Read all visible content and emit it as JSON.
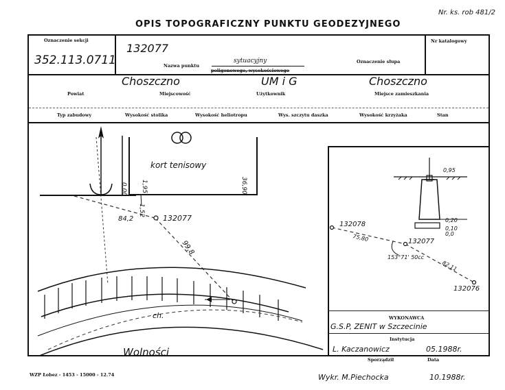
{
  "header": {
    "title": "OPIS TOPOGRAFICZNY PUNKTU GEODEZYJNEGO",
    "ref": "Nr. ks. rob  481/2"
  },
  "row1": {
    "sekcja_label": "Oznaczenie sekcji",
    "sekcja_value": "352.113.0711",
    "punkt_value": "132077",
    "nazwa_label": "Nazwa punktu",
    "nazwa_value": "sytuacyjny",
    "nazwa_struck": "poligonowego, wysokościowego",
    "slupa_label": "Oznaczenie słupa",
    "katalog_label": "Nr katalogowy"
  },
  "row2": {
    "powiat_value": "Choszczno",
    "miejscowosc_value": "",
    "uzytkownik_value": "UM i G",
    "zamieszkania_value": "Choszczno",
    "powiat_label": "Powiat",
    "miejscowosc_label": "Miejscowość",
    "uzytkownik_label": "Użytkownik",
    "zamieszkania_label": "Miejsce zamieszkania"
  },
  "row3": {
    "typ": "Typ zabudowy",
    "stolik": "Wysokość stolika",
    "heliotrop": "Wysokość heliotropu",
    "daszek": "Wys. szczytu daszka",
    "krzyzak": "Wysokość krzyżaka",
    "stan": "Stan"
  },
  "sketch": {
    "kort": "kort tenisowy",
    "d000": "0,00",
    "d195": "1,95",
    "d3690": "36,90",
    "d152": "1,52",
    "d842": "84,2",
    "point": "132077",
    "d998": "99,8",
    "ch": "ch.",
    "street": "Wolności"
  },
  "profile": {
    "d095": "0,95",
    "d020": "0,20",
    "d010": "0,10",
    "d000": "0,0"
  },
  "network": {
    "p78": "132078",
    "d7580": "75,80",
    "p77": "132077",
    "angle": "153°71' 50cc",
    "d8211": "82,11",
    "p76": "132076"
  },
  "footer": {
    "wykonawca_label": "WYKONAWCA",
    "wykonawca_value": "G.S.P, ZENIT w Szczecinie",
    "instytucja_label": "Instytucja",
    "sporzadzil_value": "L. Kaczanowicz",
    "data_value": "05.1988r.",
    "sporzadzil_label": "Sporządził",
    "data_label": "Data",
    "print_info": "WZP Łobez - 1453 - 15000 - 12.74",
    "wykr": "Wykr. M.Piechocka",
    "wykr_data": "10.1988r."
  }
}
